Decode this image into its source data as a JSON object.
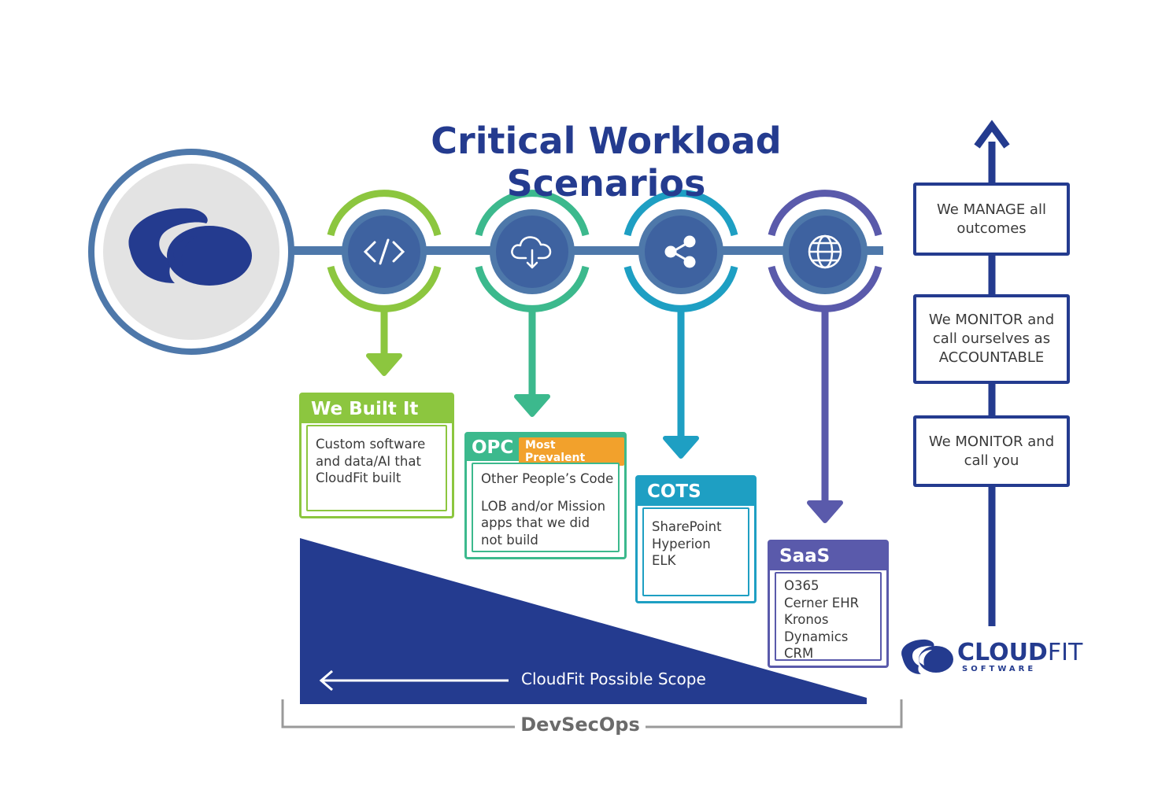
{
  "title": "Critical Workload Scenarios",
  "colors": {
    "navy": "#243b8f",
    "steel_blue": "#4e78aa",
    "green": "#8cc63f",
    "teal": "#3cb98d",
    "cyan": "#1e9fc3",
    "purple": "#5a5aab",
    "orange": "#f2a12c",
    "gray": "#9a9a9a"
  },
  "nodes": [
    {
      "icon": "code-icon"
    },
    {
      "icon": "cloud-download-icon"
    },
    {
      "icon": "share-icon"
    },
    {
      "icon": "globe-icon"
    }
  ],
  "cards": {
    "built": {
      "header": "We Built It",
      "lines": [
        "Custom software",
        "and data/AI that",
        "CloudFit built"
      ]
    },
    "opc": {
      "header": "OPC",
      "badge": "Most Prevalent",
      "subtitle": "Other People’s Code",
      "lines": [
        "LOB and/or Mission",
        "apps that we did",
        "not build"
      ]
    },
    "cots": {
      "header": "COTS",
      "lines": [
        "SharePoint",
        "Hyperion",
        "ELK"
      ]
    },
    "saas": {
      "header": "SaaS",
      "lines": [
        "O365",
        "Cerner EHR",
        "Kronos",
        "Dynamics",
        "CRM"
      ]
    }
  },
  "scope_label": "CloudFit Possible Scope",
  "devsecops_label": "DevSecOps",
  "right_boxes": [
    {
      "lines": [
        "We MANAGE all",
        "outcomes"
      ]
    },
    {
      "lines": [
        "We MONITOR and",
        "call ourselves as",
        "ACCOUNTABLE"
      ]
    },
    {
      "lines": [
        "We MONITOR and",
        "call you"
      ]
    }
  ],
  "brand": {
    "name_bold": "CLOUD",
    "name_light": "FIT",
    "sub": "SOFTWARE"
  }
}
